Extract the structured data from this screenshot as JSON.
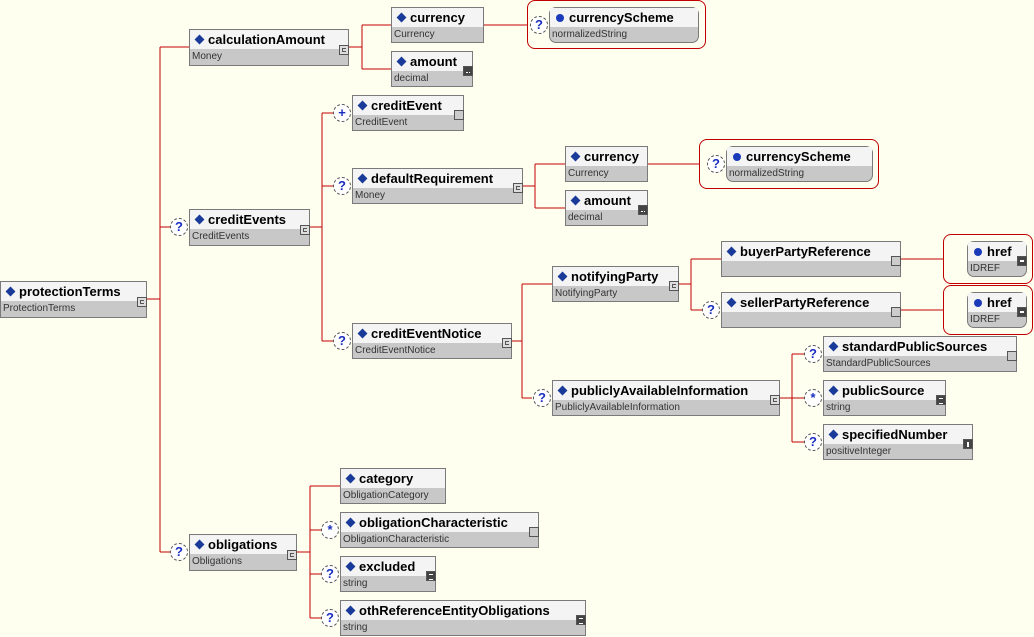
{
  "colors": {
    "connector": "#C00000",
    "background": "#FFFFF0",
    "icon": "#1a3a9a"
  },
  "nodes": [
    {
      "id": "protectionTerms",
      "name": "protectionTerms",
      "type": "ProtectionTerms",
      "occurrence": "",
      "badge": "complex"
    },
    {
      "id": "calculationAmount",
      "name": "calculationAmount",
      "type": "Money",
      "occurrence": "",
      "badge": "complex"
    },
    {
      "id": "currency1",
      "name": "currency",
      "type": "Currency",
      "occurrence": "",
      "badge": ""
    },
    {
      "id": "amount1",
      "name": "amount",
      "type": "decimal",
      "occurrence": "",
      "badge": "simple"
    },
    {
      "id": "currencyScheme1",
      "name": "currencyScheme",
      "type": "normalizedString",
      "occurrence": "?",
      "badge": "",
      "attribute": true
    },
    {
      "id": "creditEvents",
      "name": "creditEvents",
      "type": "CreditEvents",
      "occurrence": "?",
      "badge": "complex"
    },
    {
      "id": "creditEvent",
      "name": "creditEvent",
      "type": "CreditEvent",
      "occurrence": "+",
      "badge": "empty"
    },
    {
      "id": "defaultRequirement",
      "name": "defaultRequirement",
      "type": "Money",
      "occurrence": "?",
      "badge": "complex"
    },
    {
      "id": "currency2",
      "name": "currency",
      "type": "Currency",
      "occurrence": "",
      "badge": ""
    },
    {
      "id": "amount2",
      "name": "amount",
      "type": "decimal",
      "occurrence": "",
      "badge": "simple"
    },
    {
      "id": "currencyScheme2",
      "name": "currencyScheme",
      "type": "normalizedString",
      "occurrence": "?",
      "badge": "",
      "attribute": true
    },
    {
      "id": "creditEventNotice",
      "name": "creditEventNotice",
      "type": "CreditEventNotice",
      "occurrence": "?",
      "badge": "complex"
    },
    {
      "id": "notifyingParty",
      "name": "notifyingParty",
      "type": "NotifyingParty",
      "occurrence": "",
      "badge": "complex"
    },
    {
      "id": "buyerPartyReference",
      "name": "buyerPartyReference",
      "type": "",
      "occurrence": "",
      "badge": "empty"
    },
    {
      "id": "sellerPartyReference",
      "name": "sellerPartyReference",
      "type": "",
      "occurrence": "?",
      "badge": "empty"
    },
    {
      "id": "href1",
      "name": "href",
      "type": "IDREF",
      "occurrence": "",
      "badge": "attr",
      "attribute": true
    },
    {
      "id": "href2",
      "name": "href",
      "type": "IDREF",
      "occurrence": "",
      "badge": "attr",
      "attribute": true
    },
    {
      "id": "publiclyAvailableInformation",
      "name": "publiclyAvailableInformation",
      "type": "PubliclyAvailableInformation",
      "occurrence": "?",
      "badge": "complex"
    },
    {
      "id": "standardPublicSources",
      "name": "standardPublicSources",
      "type": "StandardPublicSources",
      "occurrence": "?",
      "badge": "empty"
    },
    {
      "id": "publicSource",
      "name": "publicSource",
      "type": "string",
      "occurrence": "*",
      "badge": "list"
    },
    {
      "id": "specifiedNumber",
      "name": "specifiedNumber",
      "type": "positiveInteger",
      "occurrence": "?",
      "badge": "info"
    },
    {
      "id": "obligations",
      "name": "obligations",
      "type": "Obligations",
      "occurrence": "?",
      "badge": "complex"
    },
    {
      "id": "category",
      "name": "category",
      "type": "ObligationCategory",
      "occurrence": "",
      "badge": ""
    },
    {
      "id": "obligationCharacteristic",
      "name": "obligationCharacteristic",
      "type": "ObligationCharacteristic",
      "occurrence": "*",
      "badge": "empty"
    },
    {
      "id": "excluded",
      "name": "excluded",
      "type": "string",
      "occurrence": "?",
      "badge": "list"
    },
    {
      "id": "othReferenceEntityObligations",
      "name": "othReferenceEntityObligations",
      "type": "string",
      "occurrence": "?",
      "badge": "list"
    }
  ]
}
